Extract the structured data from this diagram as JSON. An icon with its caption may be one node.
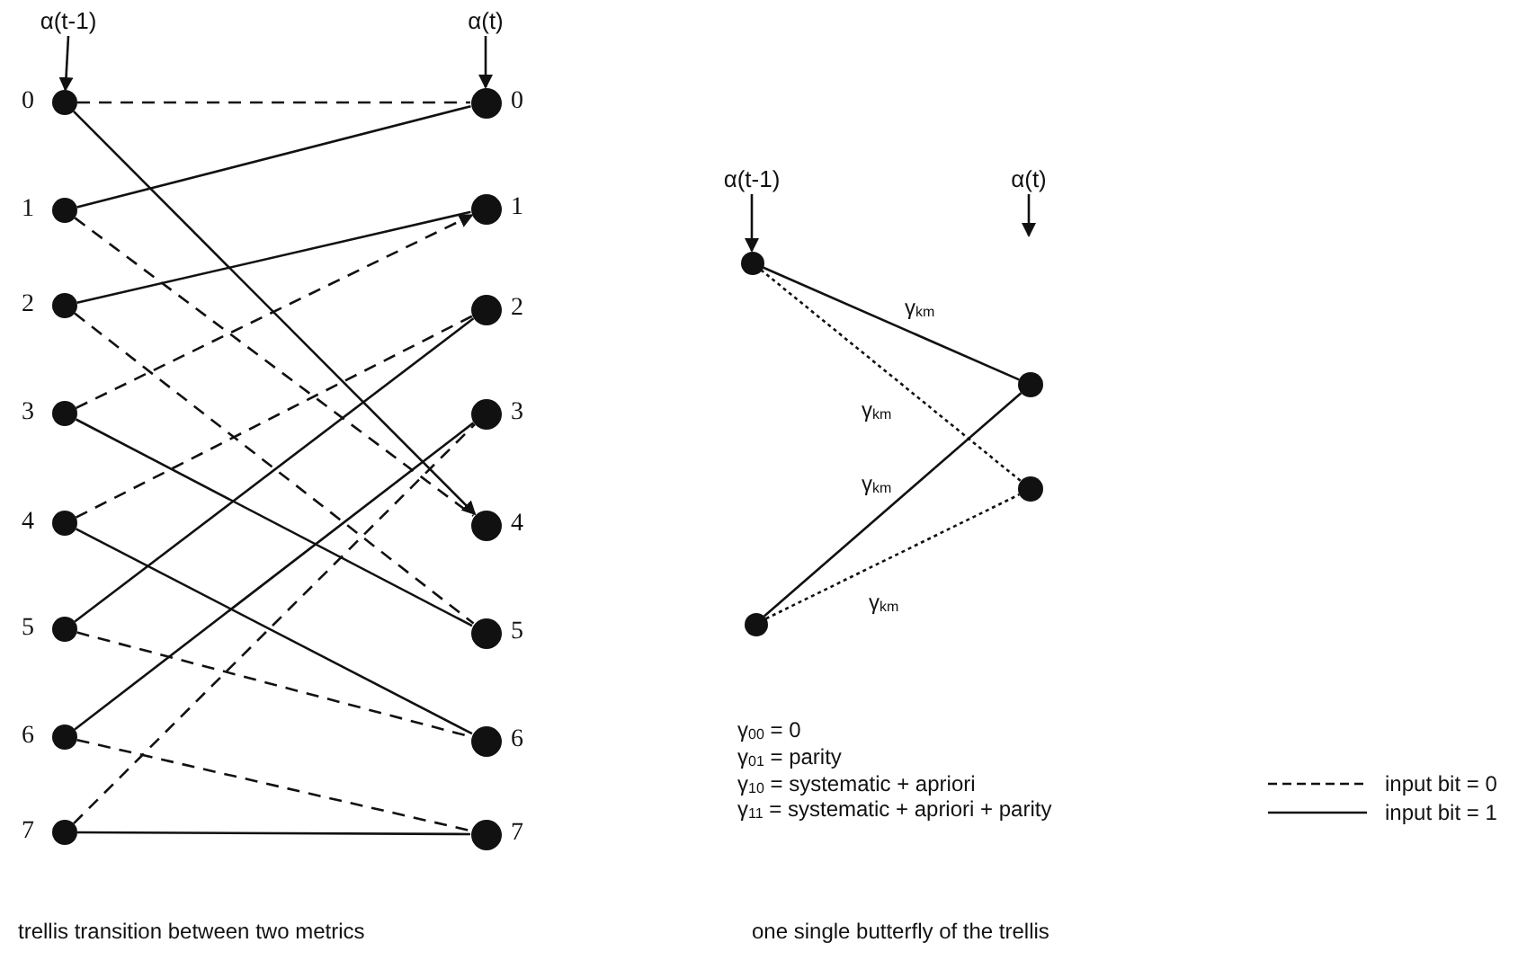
{
  "diagram": {
    "nodes": [
      {
        "text": [
          "α(t-1)"
        ]
      },
      {
        "text": [
          "α(t)"
        ]
      },
      {
        "text": [],
        "shape": "circle",
        "beside": [
          "0"
        ]
      },
      {
        "text": [],
        "shape": "circle",
        "beside": [
          "1"
        ]
      },
      {
        "text": [],
        "shape": "circle",
        "beside": [
          "2"
        ]
      },
      {
        "text": [],
        "shape": "circle",
        "beside": [
          "3"
        ]
      },
      {
        "text": [],
        "shape": "circle",
        "beside": [
          "4"
        ]
      },
      {
        "text": [],
        "shape": "circle",
        "beside": [
          "5"
        ]
      },
      {
        "text": [],
        "shape": "circle",
        "beside": [
          "6"
        ]
      },
      {
        "text": [],
        "shape": "circle",
        "beside": [
          "7"
        ]
      },
      {
        "text": [],
        "shape": "circle",
        "beside": [
          "0"
        ]
      },
      {
        "text": [],
        "shape": "circle",
        "beside": [
          "1"
        ]
      },
      {
        "text": [],
        "shape": "circle",
        "beside": [
          "2"
        ]
      },
      {
        "text": [],
        "shape": "circle",
        "beside": [
          "3"
        ]
      },
      {
        "text": [],
        "shape": "circle",
        "beside": [
          "4"
        ]
      },
      {
        "text": [],
        "shape": "circle",
        "beside": [
          "5"
        ]
      },
      {
        "text": [],
        "shape": "circle",
        "beside": [
          "6"
        ]
      },
      {
        "text": [],
        "shape": "circle",
        "beside": [
          "7"
        ]
      },
      {
        "text": [
          "α(t-1)"
        ]
      },
      {
        "text": [
          "α(t)"
        ]
      },
      {
        "text": [],
        "shape": "circle"
      },
      {
        "text": [],
        "shape": "circle"
      },
      {
        "text": [],
        "shape": "circle"
      },
      {
        "text": [],
        "shape": "circle"
      }
    ],
    "edges": [
      {
        "from": 0,
        "to": 2,
        "arrow": "to"
      },
      {
        "from": 1,
        "to": 10,
        "arrow": "to"
      },
      {
        "from": 2,
        "to": 10,
        "arrow": "none",
        "style": "dashed"
      },
      {
        "from": 2,
        "to": 14,
        "arrow": "to"
      },
      {
        "from": 3,
        "to": 10,
        "arrow": "none"
      },
      {
        "from": 3,
        "to": 14,
        "arrow": "none",
        "style": "dashed"
      },
      {
        "from": 4,
        "to": 11,
        "arrow": "none"
      },
      {
        "from": 4,
        "to": 15,
        "arrow": "none",
        "style": "dashed"
      },
      {
        "from": 5,
        "to": 11,
        "arrow": "to",
        "style": "dashed"
      },
      {
        "from": 5,
        "to": 15,
        "arrow": "none"
      },
      {
        "from": 6,
        "to": 12,
        "arrow": "none",
        "style": "dashed"
      },
      {
        "from": 6,
        "to": 16,
        "arrow": "none"
      },
      {
        "from": 7,
        "to": 12,
        "arrow": "none"
      },
      {
        "from": 7,
        "to": 16,
        "arrow": "none",
        "style": "dashed"
      },
      {
        "from": 8,
        "to": 13,
        "arrow": "none"
      },
      {
        "from": 8,
        "to": 17,
        "arrow": "none",
        "style": "dashed"
      },
      {
        "from": 9,
        "to": 13,
        "arrow": "none",
        "style": "dashed"
      },
      {
        "from": 9,
        "to": 17,
        "arrow": "none"
      },
      {
        "from": 18,
        "to": 20,
        "arrow": "to"
      },
      {
        "from": 19,
        "to": null,
        "arrow": "to"
      },
      {
        "from": 20,
        "to": 21,
        "arrow": "none",
        "label": "γ$_{km}$"
      },
      {
        "from": 20,
        "to": 22,
        "arrow": "none",
        "style": "dashed",
        "label": "γ$_{km}$"
      },
      {
        "from": 23,
        "to": 21,
        "arrow": "none",
        "label": "γ$_{km}$"
      },
      {
        "from": 23,
        "to": 22,
        "arrow": "none",
        "style": "dashed",
        "label": "γ$_{km}$"
      }
    ],
    "labels": [
      "γ$_{00}$ = 0",
      "γ$_{01}$ = parity",
      "γ$_{10}$ = systematic + apriori",
      "γ$_{11}$ = systematic + apriori +  parity",
      "trellis transition between two metrics",
      "one single butterfly of the trellis"
    ],
    "legend": [
      {
        "text": "input bit = 0"
      },
      {
        "text": "input bit = 1"
      }
    ]
  }
}
